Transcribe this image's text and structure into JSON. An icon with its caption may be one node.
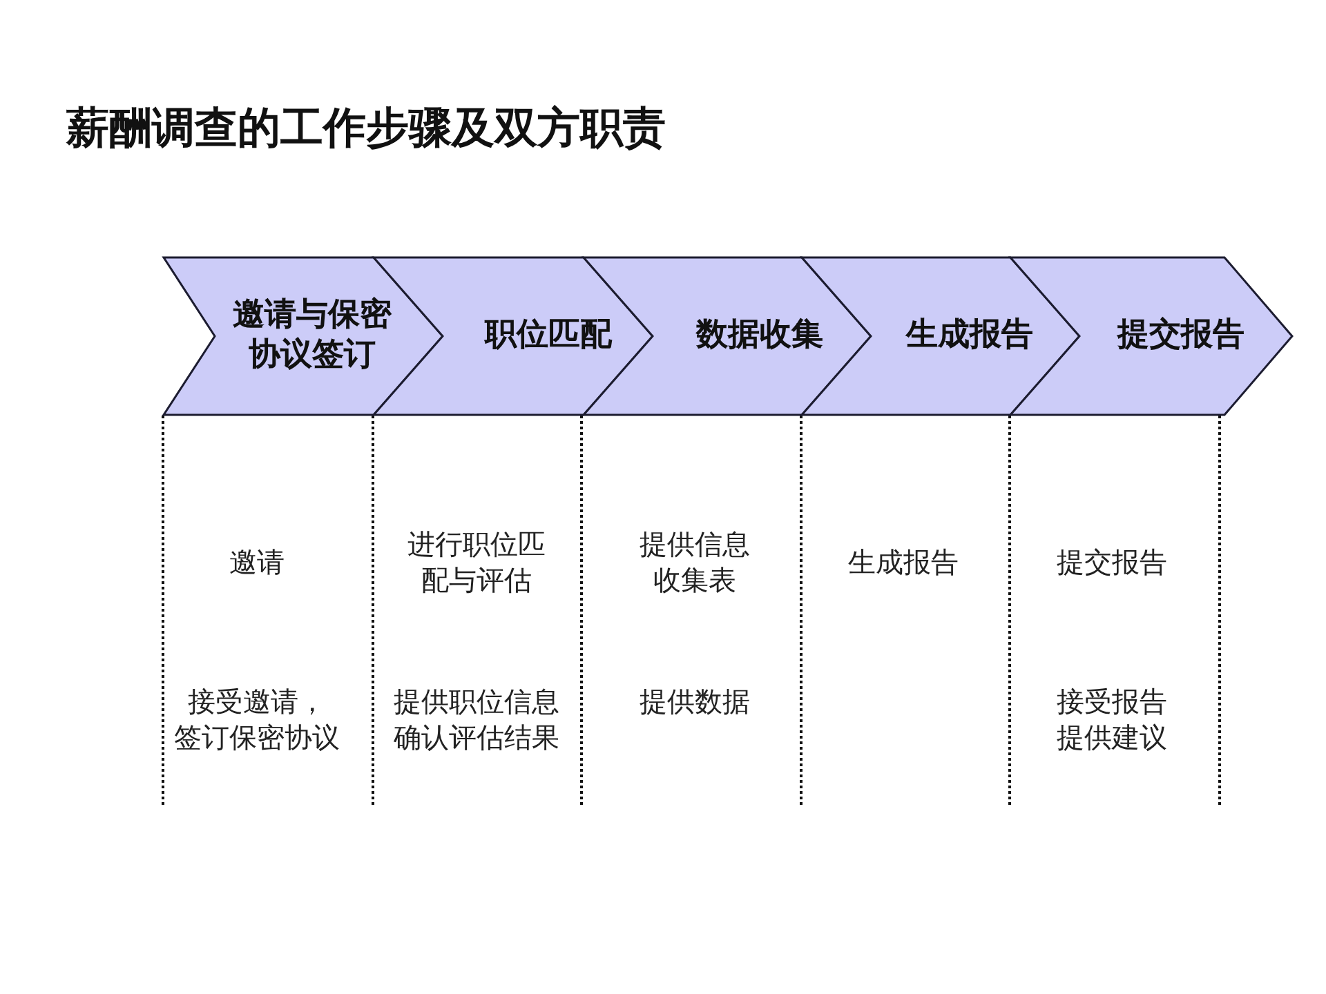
{
  "diagram": {
    "title": "薪酬调查的工作步骤及双方职责",
    "nodes": [
      {
        "text": [
          "邀请与保密协议签订"
        ]
      },
      {
        "text": [
          "职位匹配"
        ]
      },
      {
        "text": [
          "数据收集"
        ]
      },
      {
        "text": [
          "生成报告"
        ]
      },
      {
        "text": [
          "提交报告"
        ]
      }
    ],
    "labels": [
      "邀请",
      "进行职位匹配与评估",
      "提供信息收集表",
      "生成报告",
      "提交报告",
      "接受邀请，签订保密协议",
      "提供职位信息确认评估结果",
      "提供数据",
      "接受报告提供建议"
    ]
  }
}
